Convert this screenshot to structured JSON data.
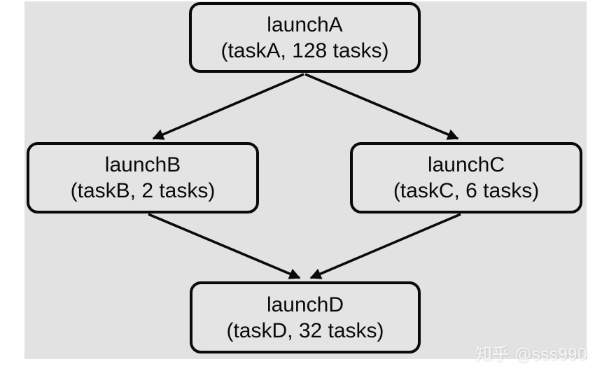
{
  "page": {
    "background_color": "#ffffff",
    "canvas_color": "#e2e2e2"
  },
  "diagram": {
    "type": "dag",
    "node_border_color": "#0a0a0a",
    "edge_color": "#0a0a0a",
    "nodes": [
      {
        "id": "launchA",
        "title": "launchA",
        "subtitle": "(taskA, 128 tasks)",
        "task": "taskA",
        "task_count": 128
      },
      {
        "id": "launchB",
        "title": "launchB",
        "subtitle": "(taskB, 2 tasks)",
        "task": "taskB",
        "task_count": 2
      },
      {
        "id": "launchC",
        "title": "launchC",
        "subtitle": "(taskC, 6 tasks)",
        "task": "taskC",
        "task_count": 6
      },
      {
        "id": "launchD",
        "title": "launchD",
        "subtitle": "(taskD, 32 tasks)",
        "task": "taskD",
        "task_count": 32
      }
    ],
    "edges": [
      {
        "from": "launchA",
        "to": "launchB"
      },
      {
        "from": "launchA",
        "to": "launchC"
      },
      {
        "from": "launchB",
        "to": "launchD"
      },
      {
        "from": "launchC",
        "to": "launchD"
      }
    ]
  },
  "watermark": {
    "text": "知乎 @sss990",
    "color": "#f8f8f8"
  }
}
